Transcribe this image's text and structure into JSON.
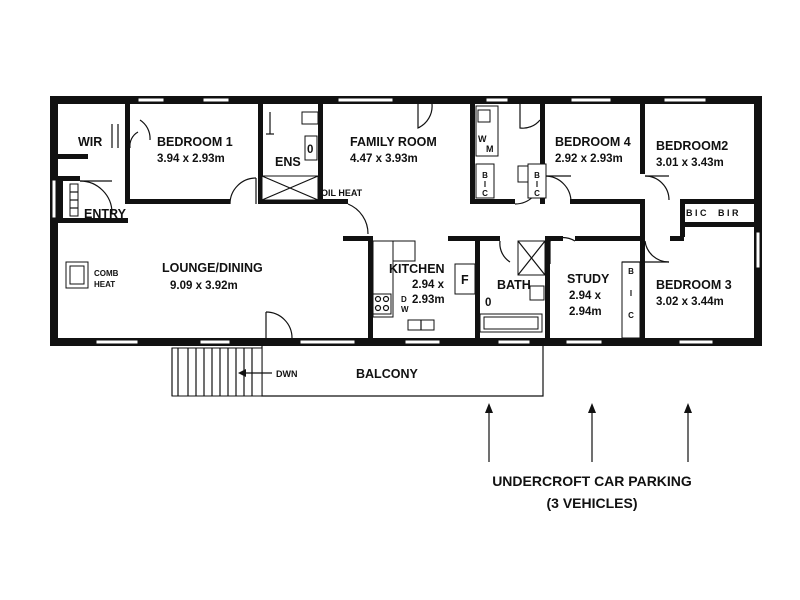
{
  "rooms": {
    "wir": {
      "name": "WIR"
    },
    "bedroom1": {
      "name": "BEDROOM 1",
      "dims": "3.94 x 2.93m"
    },
    "ens": {
      "name": "ENS"
    },
    "family_room": {
      "name": "FAMILY ROOM",
      "dims": "4.47 x 3.93m"
    },
    "bedroom4": {
      "name": "BEDROOM 4",
      "dims": "2.92 x 2.93m"
    },
    "bedroom2": {
      "name": "BEDROOM2",
      "dims": "3.01 x 3.43m"
    },
    "entry": {
      "name": "ENTRY"
    },
    "lounge_dining": {
      "name": "LOUNGE/DINING",
      "dims": "9.09 x 3.92m"
    },
    "kitchen": {
      "name": "KITCHEN",
      "dims_line1": "2.94 x",
      "dims_line2": "2.93m"
    },
    "bath": {
      "name": "BATH"
    },
    "study": {
      "name": "STUDY",
      "dims_line1": "2.94 x",
      "dims_line2": "2.94m"
    },
    "bedroom3": {
      "name": "BEDROOM 3",
      "dims": "3.02 x 3.44m"
    },
    "balcony": {
      "name": "BALCONY"
    }
  },
  "fixtures": {
    "oil_heat": "OIL HEAT",
    "comb_heat_1": "COMB",
    "comb_heat_2": "HEAT",
    "bic_bir_1": "B I C",
    "bic_bir_2": "B I R",
    "bic_b": "B",
    "bic_i": "I",
    "bic_c": "C",
    "wm_w": "W",
    "wm_m": "M",
    "fridge": "F",
    "dw_d": "D",
    "dw_w": "W",
    "zero": "0",
    "dwn": "DWN"
  },
  "caption": {
    "line1": "UNDERCROFT CAR PARKING",
    "line2": "(3 VEHICLES)"
  }
}
